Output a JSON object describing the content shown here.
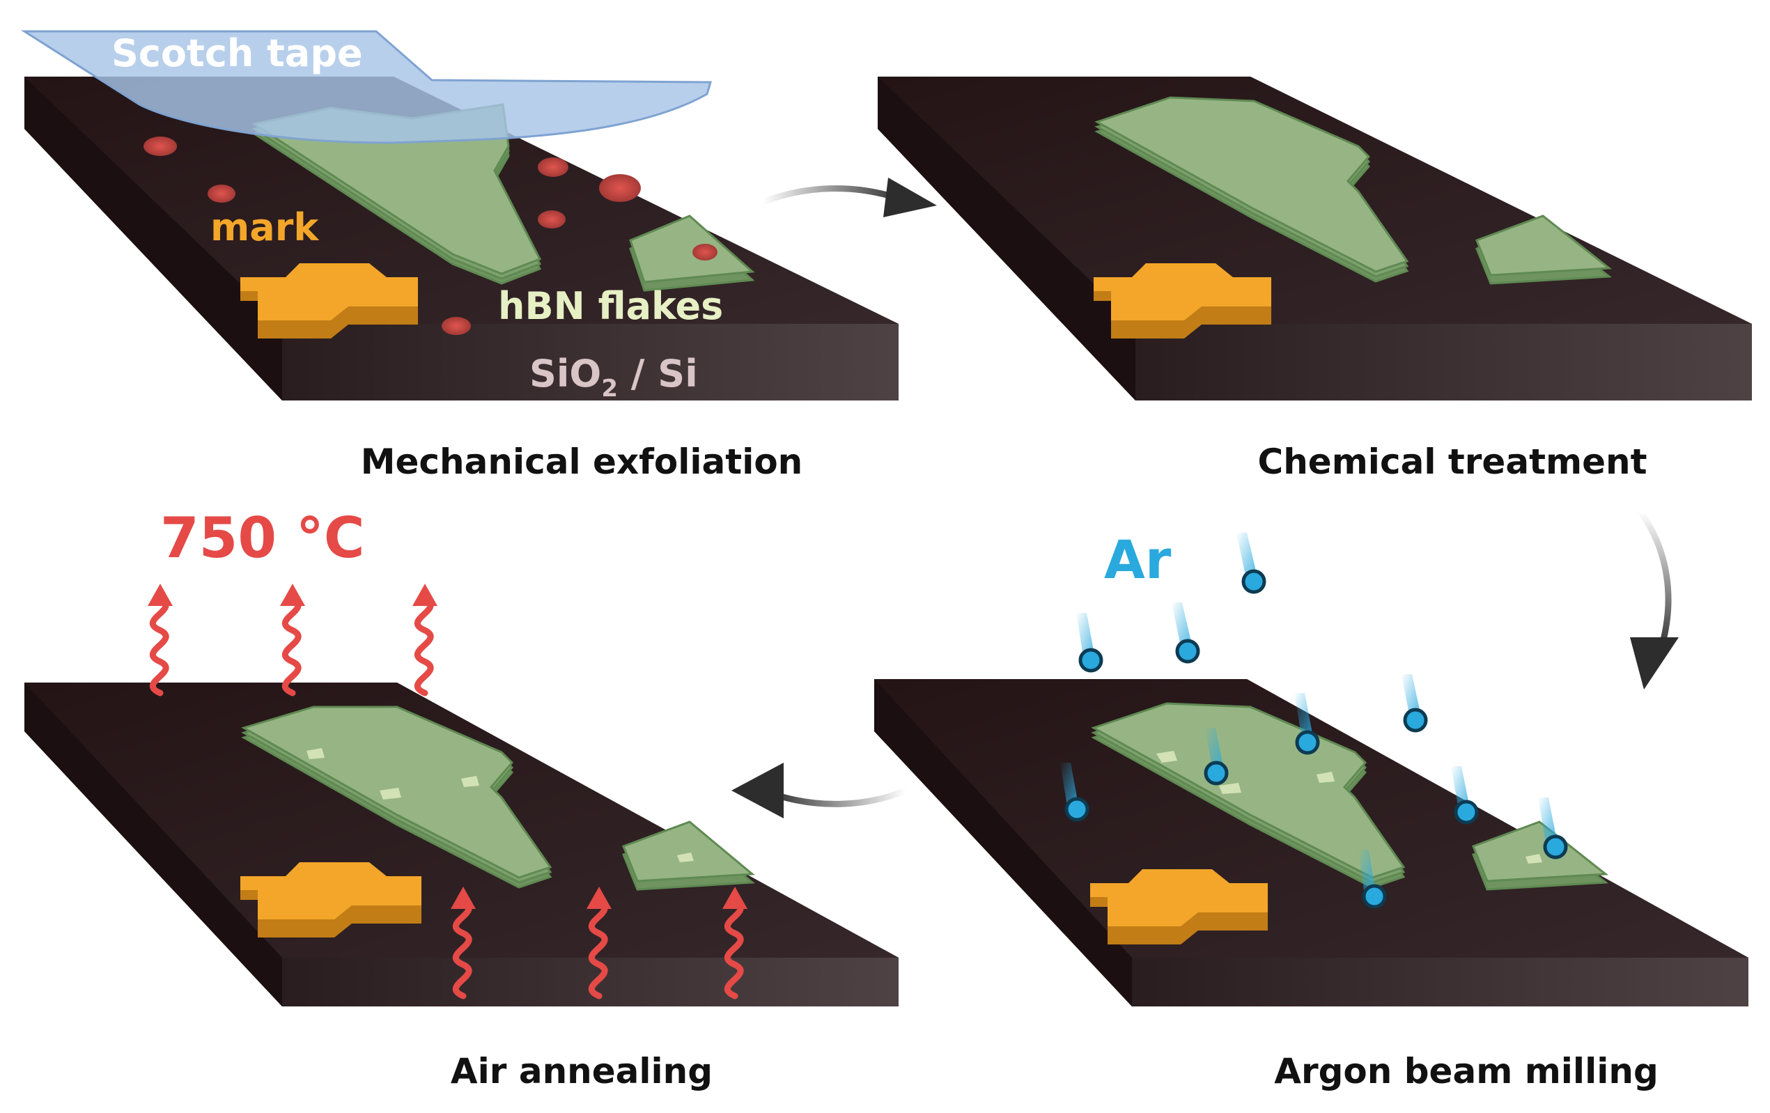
{
  "panels": {
    "p1": {
      "caption": "Mechanical exfoliation"
    },
    "p2": {
      "caption": "Chemical treatment"
    },
    "p3": {
      "caption": "Argon beam milling"
    },
    "p4": {
      "caption": "Air annealing"
    }
  },
  "labels": {
    "scotch_tape": "Scotch tape",
    "mark": "mark",
    "hbn_flakes": "hBN flakes",
    "substrate_main": "SiO",
    "substrate_sub": "2",
    "substrate_tail": " / Si",
    "argon": "Ar",
    "temperature": "750 °C"
  },
  "colors": {
    "substrate_top": "#2e1a1c",
    "substrate_front": "#3b2c2e",
    "flake": "#97b584",
    "flake_edge": "#5f8a52",
    "mark": "#f3a629",
    "residue": "#d24b45",
    "argon": "#2aa9de",
    "heat": "#e54a47",
    "tape": "#a7c4e6"
  }
}
